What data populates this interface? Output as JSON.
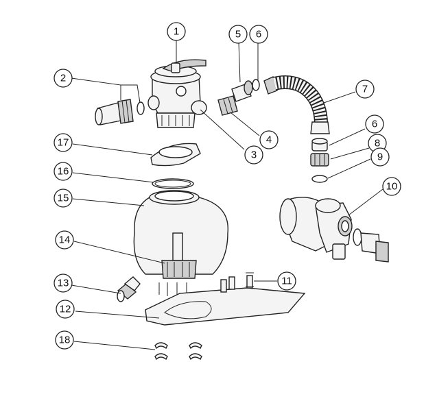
{
  "callouts": [
    {
      "id": "c1",
      "label": "1"
    },
    {
      "id": "c2",
      "label": "2"
    },
    {
      "id": "c3",
      "label": "3"
    },
    {
      "id": "c4",
      "label": "4"
    },
    {
      "id": "c5",
      "label": "5"
    },
    {
      "id": "c6a",
      "label": "6"
    },
    {
      "id": "c6b",
      "label": "6"
    },
    {
      "id": "c7",
      "label": "7"
    },
    {
      "id": "c8",
      "label": "8"
    },
    {
      "id": "c9",
      "label": "9"
    },
    {
      "id": "c10",
      "label": "10"
    },
    {
      "id": "c11",
      "label": "11"
    },
    {
      "id": "c12",
      "label": "12"
    },
    {
      "id": "c13",
      "label": "13"
    },
    {
      "id": "c14",
      "label": "14"
    },
    {
      "id": "c15",
      "label": "15"
    },
    {
      "id": "c16",
      "label": "16"
    },
    {
      "id": "c17",
      "label": "17"
    },
    {
      "id": "c18",
      "label": "18"
    }
  ]
}
